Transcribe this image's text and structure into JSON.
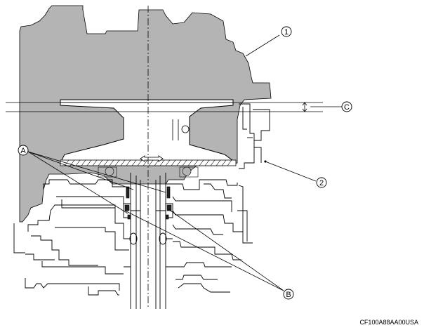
{
  "callouts": [
    {
      "id": "1",
      "label": "1"
    },
    {
      "id": "2",
      "label": "2"
    },
    {
      "id": "A",
      "label": "A"
    },
    {
      "id": "B",
      "label": "B"
    },
    {
      "id": "C",
      "label": "C"
    }
  ],
  "figure_code": "CF100A88AA00USA",
  "colors": {
    "housing_fill": "#b4b4b4",
    "line": "#000000",
    "background": "#ffffff"
  }
}
